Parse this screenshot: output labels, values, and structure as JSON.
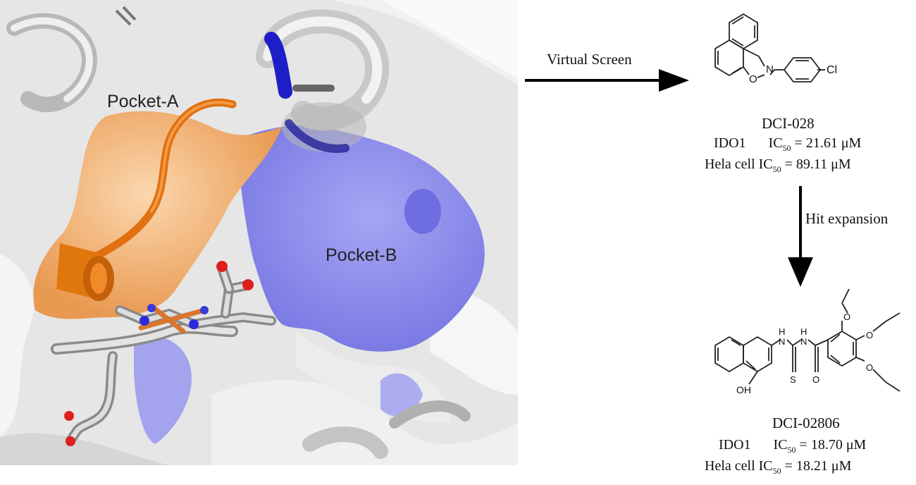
{
  "protein_panel": {
    "pocket_a_label": "Pocket-A",
    "pocket_b_label": "Pocket-B",
    "colors": {
      "pocket_a": "#f2a865",
      "pocket_a_helix": "#e8770f",
      "pocket_b": "#8f8fee",
      "surface": "#dcdcdc",
      "heme_carbon": "#dcdcdc",
      "nitrogen": "#2a2adc",
      "oxygen": "#e01e1e",
      "iron": "#d9752f"
    }
  },
  "arrows": {
    "virtual_screen": "Virtual Screen",
    "hit_expansion": "Hit expansion"
  },
  "compound_1": {
    "name": "DCI-028",
    "atom_labels": {
      "n": "N",
      "o": "O",
      "cl": "Cl"
    },
    "ido1": {
      "target": "IDO1",
      "metric": "IC",
      "sub": "50",
      "value": "= 21.61 μM"
    },
    "hela": {
      "target": "Hela cell",
      "metric": "IC",
      "sub": "50",
      "value": "= 89.11 μM"
    }
  },
  "compound_2": {
    "name": "DCI-02806",
    "atom_labels": {
      "nh1": "H",
      "n1": "N",
      "nh2": "H",
      "n2": "N",
      "s": "S",
      "o_carbonyl": "O",
      "oh": "OH",
      "o1": "O",
      "o2": "O",
      "o3": "O"
    },
    "ido1": {
      "target": "IDO1",
      "metric": "IC",
      "sub": "50",
      "value": "= 18.70 μM"
    },
    "hela": {
      "target": "Hela cell",
      "metric": "IC",
      "sub": "50",
      "value": "= 18.21 μM"
    }
  }
}
